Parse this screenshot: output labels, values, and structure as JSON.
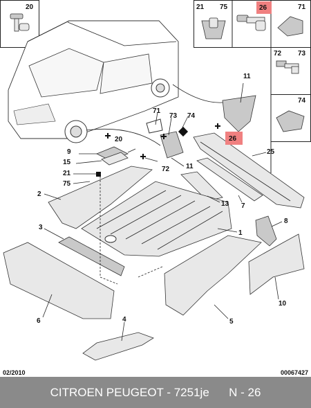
{
  "callouts": {
    "c20_box": "20",
    "c21_box": "21",
    "c75_box": "75",
    "c26_box": "26",
    "c71_box": "71",
    "c72_box": "72",
    "c73_box": "73",
    "c74_box": "74",
    "c11a": "11",
    "c71": "71",
    "c73": "73",
    "c74": "74",
    "c20": "20",
    "c26": "26",
    "c9": "9",
    "c15": "15",
    "c21": "21",
    "c75": "75",
    "c72": "72",
    "c11b": "11",
    "c25": "25",
    "c2": "2",
    "c13": "13",
    "c7": "7",
    "c1": "1",
    "c8": "8",
    "c3": "3",
    "c6": "6",
    "c5": "5",
    "c10": "10",
    "c4": "4"
  },
  "footer": {
    "left": "02/2010",
    "right": "00067427"
  },
  "caption": "CITROEN PEUGEOT - 7251je      N - 26",
  "colors": {
    "highlight": "#f08080",
    "caption_bg": "#8a8a8a"
  }
}
